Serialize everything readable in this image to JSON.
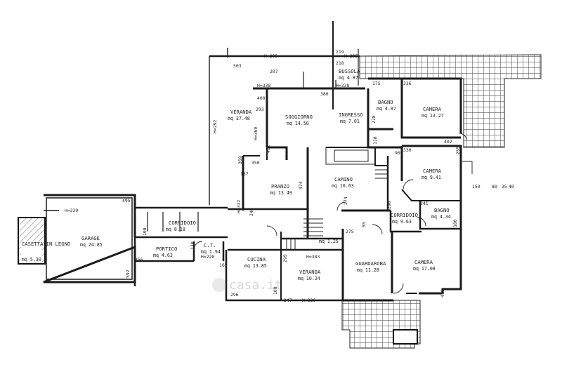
{
  "rooms": [
    {
      "id": "casetta",
      "name": "CASETTA IN LEGNO",
      "area": "mq 5.30"
    },
    {
      "id": "garage",
      "name": "GARAGE",
      "area": "mq 24.85"
    },
    {
      "id": "corridoio-w",
      "name": "CORRIDOIO",
      "area": "mq 8.18"
    },
    {
      "id": "portico",
      "name": "PORTICO",
      "area": "mq 4.63"
    },
    {
      "id": "ct",
      "name": "C.T.",
      "area": "mq 1.94"
    },
    {
      "id": "cucina",
      "name": "CUCINA",
      "area": "mq 13.85"
    },
    {
      "id": "veranda-w",
      "name": "VERANDA",
      "area": "mq 37.48"
    },
    {
      "id": "soggiorno",
      "name": "SOGGIORNO",
      "area": "mq 14.50"
    },
    {
      "id": "pranzo",
      "name": "PRANZO",
      "area": "mq 13.49"
    },
    {
      "id": "camino",
      "name": "CAMINO",
      "area": "mq 16.63"
    },
    {
      "id": "ingresso",
      "name": "INGRESSO",
      "area": "mq 7.01"
    },
    {
      "id": "bussola",
      "name": "BUSSOLA",
      "area": "mq 4.87"
    },
    {
      "id": "bagno-n",
      "name": "BAGNO",
      "area": "mq 4.87"
    },
    {
      "id": "camera-ne",
      "name": "CAMERA",
      "area": "mq 13.27"
    },
    {
      "id": "camera-e",
      "name": "CAMERA",
      "area": "mq 9.41"
    },
    {
      "id": "corridoio-e",
      "name": "CORRIDOIO",
      "area": "mq 9.63"
    },
    {
      "id": "bagno-e",
      "name": "BAGNO",
      "area": "mq 4.34"
    },
    {
      "id": "camera-se",
      "name": "CAMERA",
      "area": "mq 17.08"
    },
    {
      "id": "guardaroba",
      "name": "GUARDAROBA",
      "area": "mq 11.28"
    },
    {
      "id": "veranda-s",
      "name": "VERANDA",
      "area": "mq 10.24"
    },
    {
      "id": "small",
      "name": "",
      "area": "mq 1.25"
    }
  ],
  "dimensions": [
    "H=295",
    "219",
    "H=295",
    "218",
    "503",
    "207",
    "H=338",
    "H=338",
    "175",
    "336",
    "380",
    "400",
    "293",
    "H=292",
    "H=360",
    "402",
    "359",
    "350",
    "187",
    "H=332",
    "246",
    "474",
    "118",
    "278",
    "274",
    "296",
    "241",
    "330",
    "90",
    "402",
    "255",
    "150",
    "80",
    "35",
    "40",
    "H=339",
    "495",
    "108",
    "130",
    "165",
    "356",
    "592",
    "H=220",
    "295",
    "H=383",
    "275",
    "55",
    "180",
    "410",
    "296",
    "108",
    "347",
    "H=330"
  ],
  "watermark": "casa.it"
}
